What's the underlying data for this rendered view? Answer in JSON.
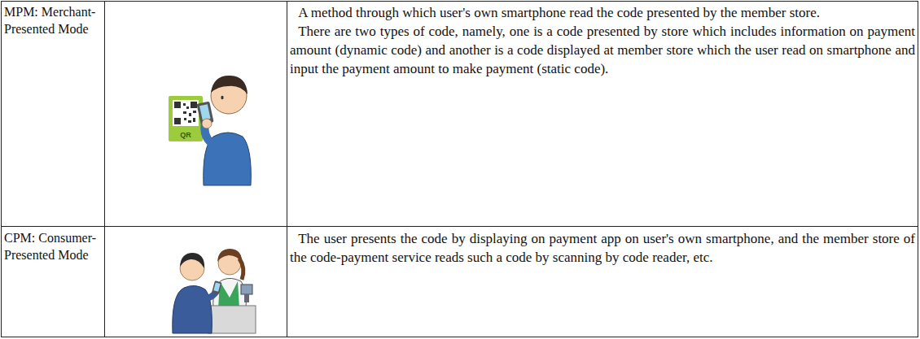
{
  "diagram": {
    "labels": [
      "MPM: Merchant-Presented Mode",
      "A method through which user's own smartphone read the code presented by the member store.",
      "There are two types of code, namely, one is a code presented by store which includes information on payment amount (dynamic code) and another is a code displayed at member store which the user read on smartphone and input the payment amount to make payment (static code).",
      "CPM: Consumer-Presented Mode",
      "The user presents the code by displaying on payment app on user's own smartphone, and the member store of the code-payment service reads such a code by scanning by code reader, etc.",
      "QR"
    ]
  }
}
